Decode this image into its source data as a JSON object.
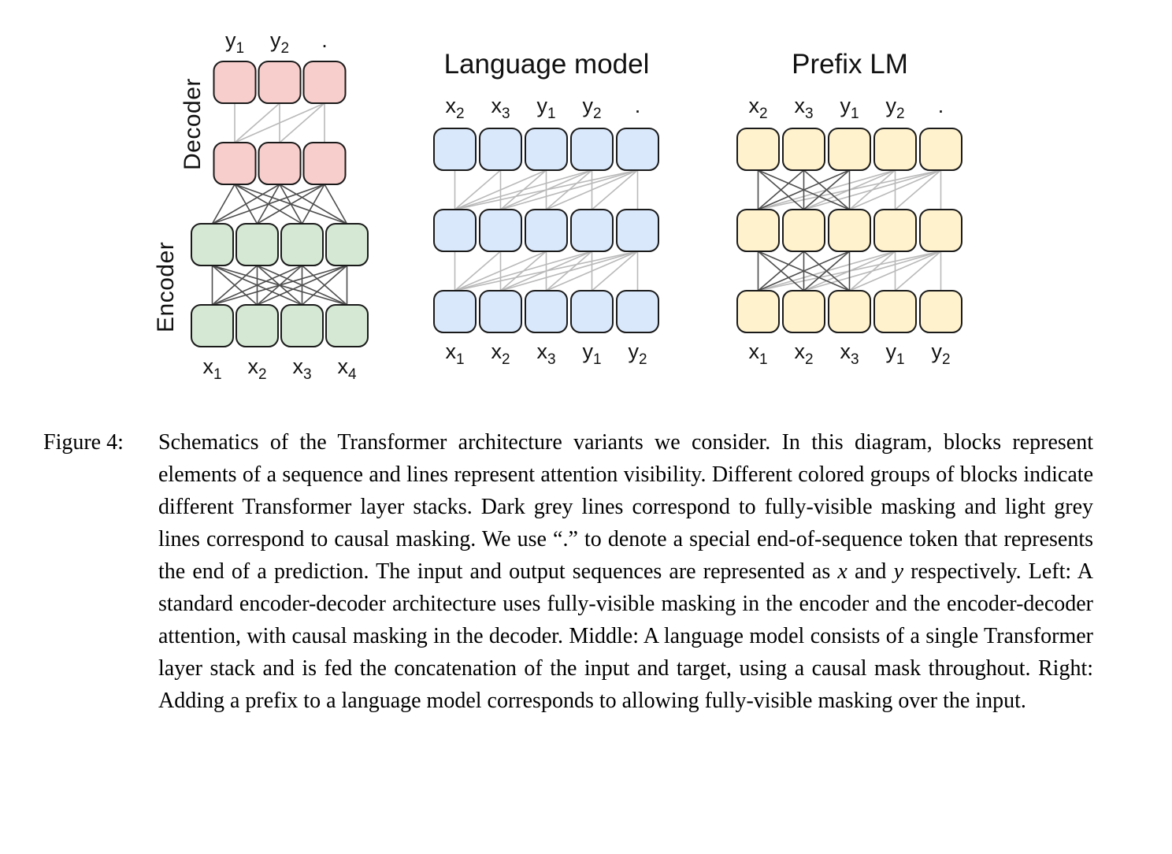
{
  "figure": {
    "panels": {
      "style": {
        "block_stroke": "#1a1a1a",
        "line_fully_visible": "#4d4d4d",
        "line_causal": "#b9b9b9"
      },
      "encoder_decoder": {
        "decoder_label": "Decoder",
        "encoder_label": "Encoder",
        "decoder_fill": "#f8cecc",
        "encoder_fill": "#d5e8d4",
        "top_labels": [
          [
            "y",
            "1"
          ],
          [
            "y",
            "2"
          ],
          [
            "."
          ]
        ],
        "bottom_labels": [
          [
            "x",
            "1"
          ],
          [
            "x",
            "2"
          ],
          [
            "x",
            "3"
          ],
          [
            "x",
            "4"
          ]
        ]
      },
      "language_model": {
        "title": "Language model",
        "fill": "#dae8fc",
        "prefix_length": 0,
        "top_labels": [
          [
            "x",
            "2"
          ],
          [
            "x",
            "3"
          ],
          [
            "y",
            "1"
          ],
          [
            "y",
            "2"
          ],
          [
            "."
          ]
        ],
        "bottom_labels": [
          [
            "x",
            "1"
          ],
          [
            "x",
            "2"
          ],
          [
            "x",
            "3"
          ],
          [
            "y",
            "1"
          ],
          [
            "y",
            "2"
          ]
        ]
      },
      "prefix_lm": {
        "title": "Prefix LM",
        "fill": "#fff2cc",
        "prefix_length": 3,
        "top_labels": [
          [
            "x",
            "2"
          ],
          [
            "x",
            "3"
          ],
          [
            "y",
            "1"
          ],
          [
            "y",
            "2"
          ],
          [
            "."
          ]
        ],
        "bottom_labels": [
          [
            "x",
            "1"
          ],
          [
            "x",
            "2"
          ],
          [
            "x",
            "3"
          ],
          [
            "y",
            "1"
          ],
          [
            "y",
            "2"
          ]
        ]
      }
    },
    "caption": {
      "label": "Figure 4:",
      "segments": [
        {
          "t": "Schematics of the Transformer architecture variants we consider. In this diagram, blocks represent elements of a sequence and lines represent attention visibility. Different colored groups of blocks indicate different Transformer layer stacks. Dark grey lines correspond to fully-visible masking and light grey lines correspond to causal masking. We use “.” to denote a special end-of-sequence token that represents the end of a prediction. The input and output sequences are represented as "
        },
        {
          "t": "x",
          "i": true
        },
        {
          "t": " and "
        },
        {
          "t": "y",
          "i": true
        },
        {
          "t": " respectively. Left: A standard encoder-decoder architecture uses fully-visible masking in the encoder and the encoder-decoder attention, with causal masking in the decoder. Middle: A language model consists of a single Transformer layer stack and is fed the concatenation of the input and target, using a causal mask throughout. Right: Adding a prefix to a language model corresponds to allowing fully-visible masking over the input."
        }
      ]
    }
  }
}
